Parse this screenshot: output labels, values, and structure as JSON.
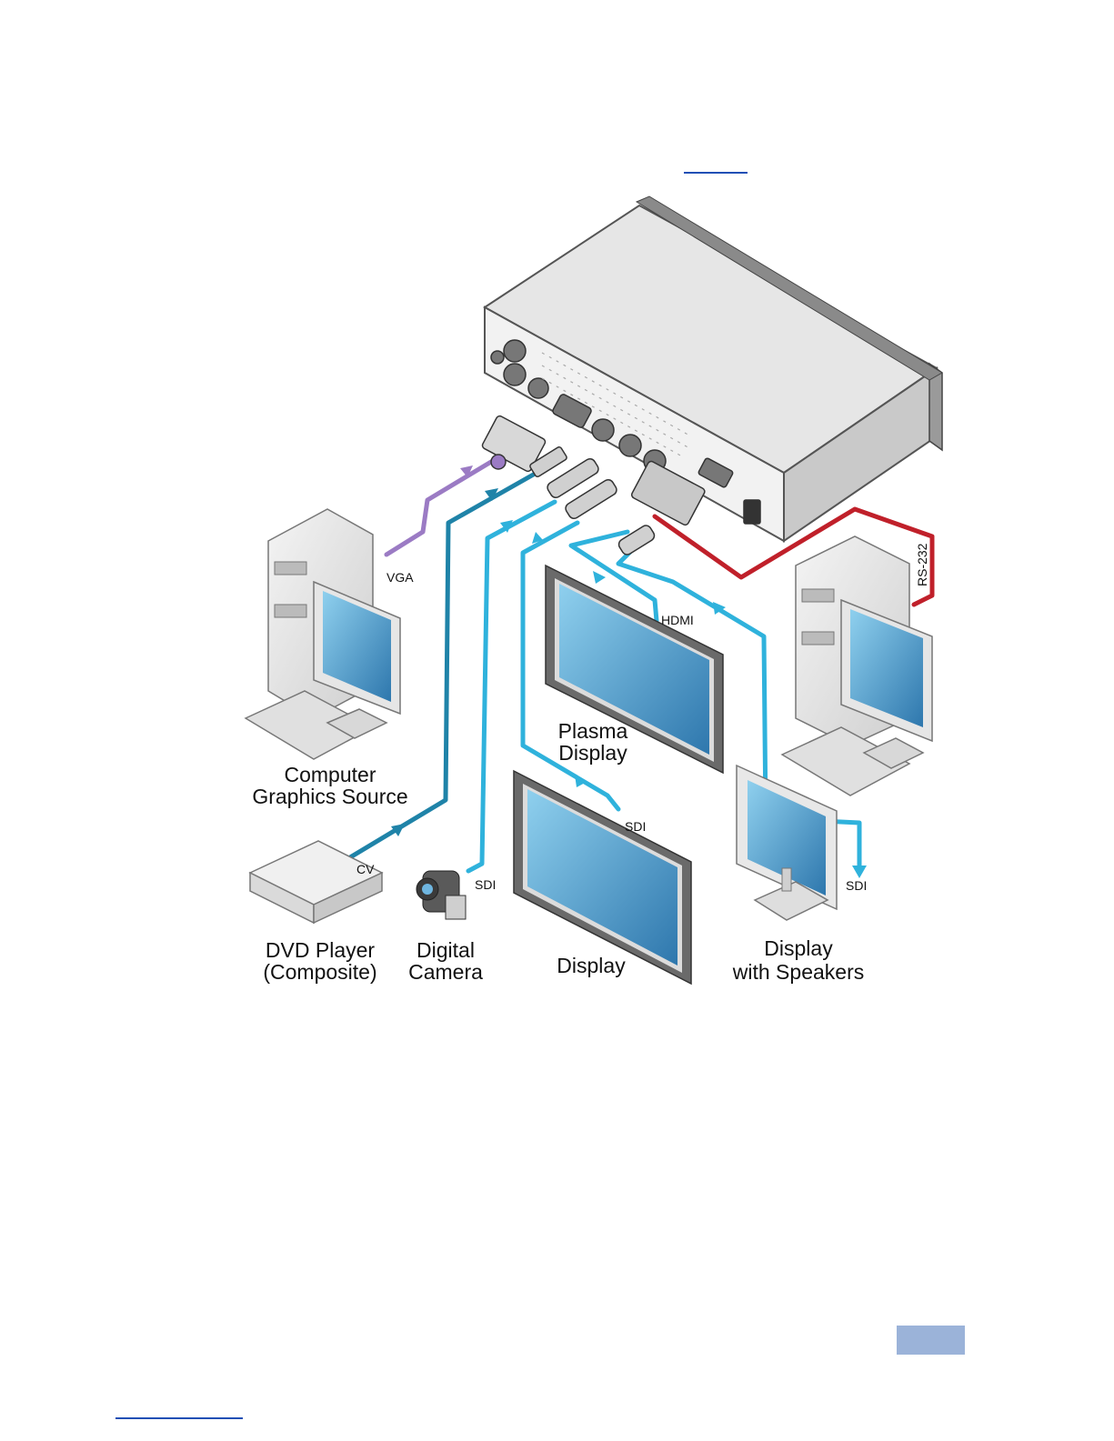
{
  "labels": {
    "vga": "VGA",
    "cv": "CV",
    "sdi_camera": "SDI",
    "hdmi": "HDMI",
    "sdi_display": "SDI",
    "sdi_speakers": "SDI",
    "rs232": "RS-232",
    "computer_line1": "Computer",
    "computer_line2": "Graphics Source",
    "dvd_line1": "DVD Player",
    "dvd_line2": "(Composite)",
    "camera_line1": "Digital",
    "camera_line2": "Camera",
    "plasma_line1": "Plasma",
    "plasma_line2": "Display",
    "display": "Display",
    "speakers_line1": "Display",
    "speakers_line2": "with Speakers"
  },
  "colors": {
    "vga_cable": "#9b7bc4",
    "cv_cable": "#1f83a8",
    "sdi_cable": "#2fb2dc",
    "rs232_cable": "#c0202a",
    "screen": "#3f8fbf",
    "page_badge": "#9bb3d9",
    "link": "#1f4fb5"
  }
}
